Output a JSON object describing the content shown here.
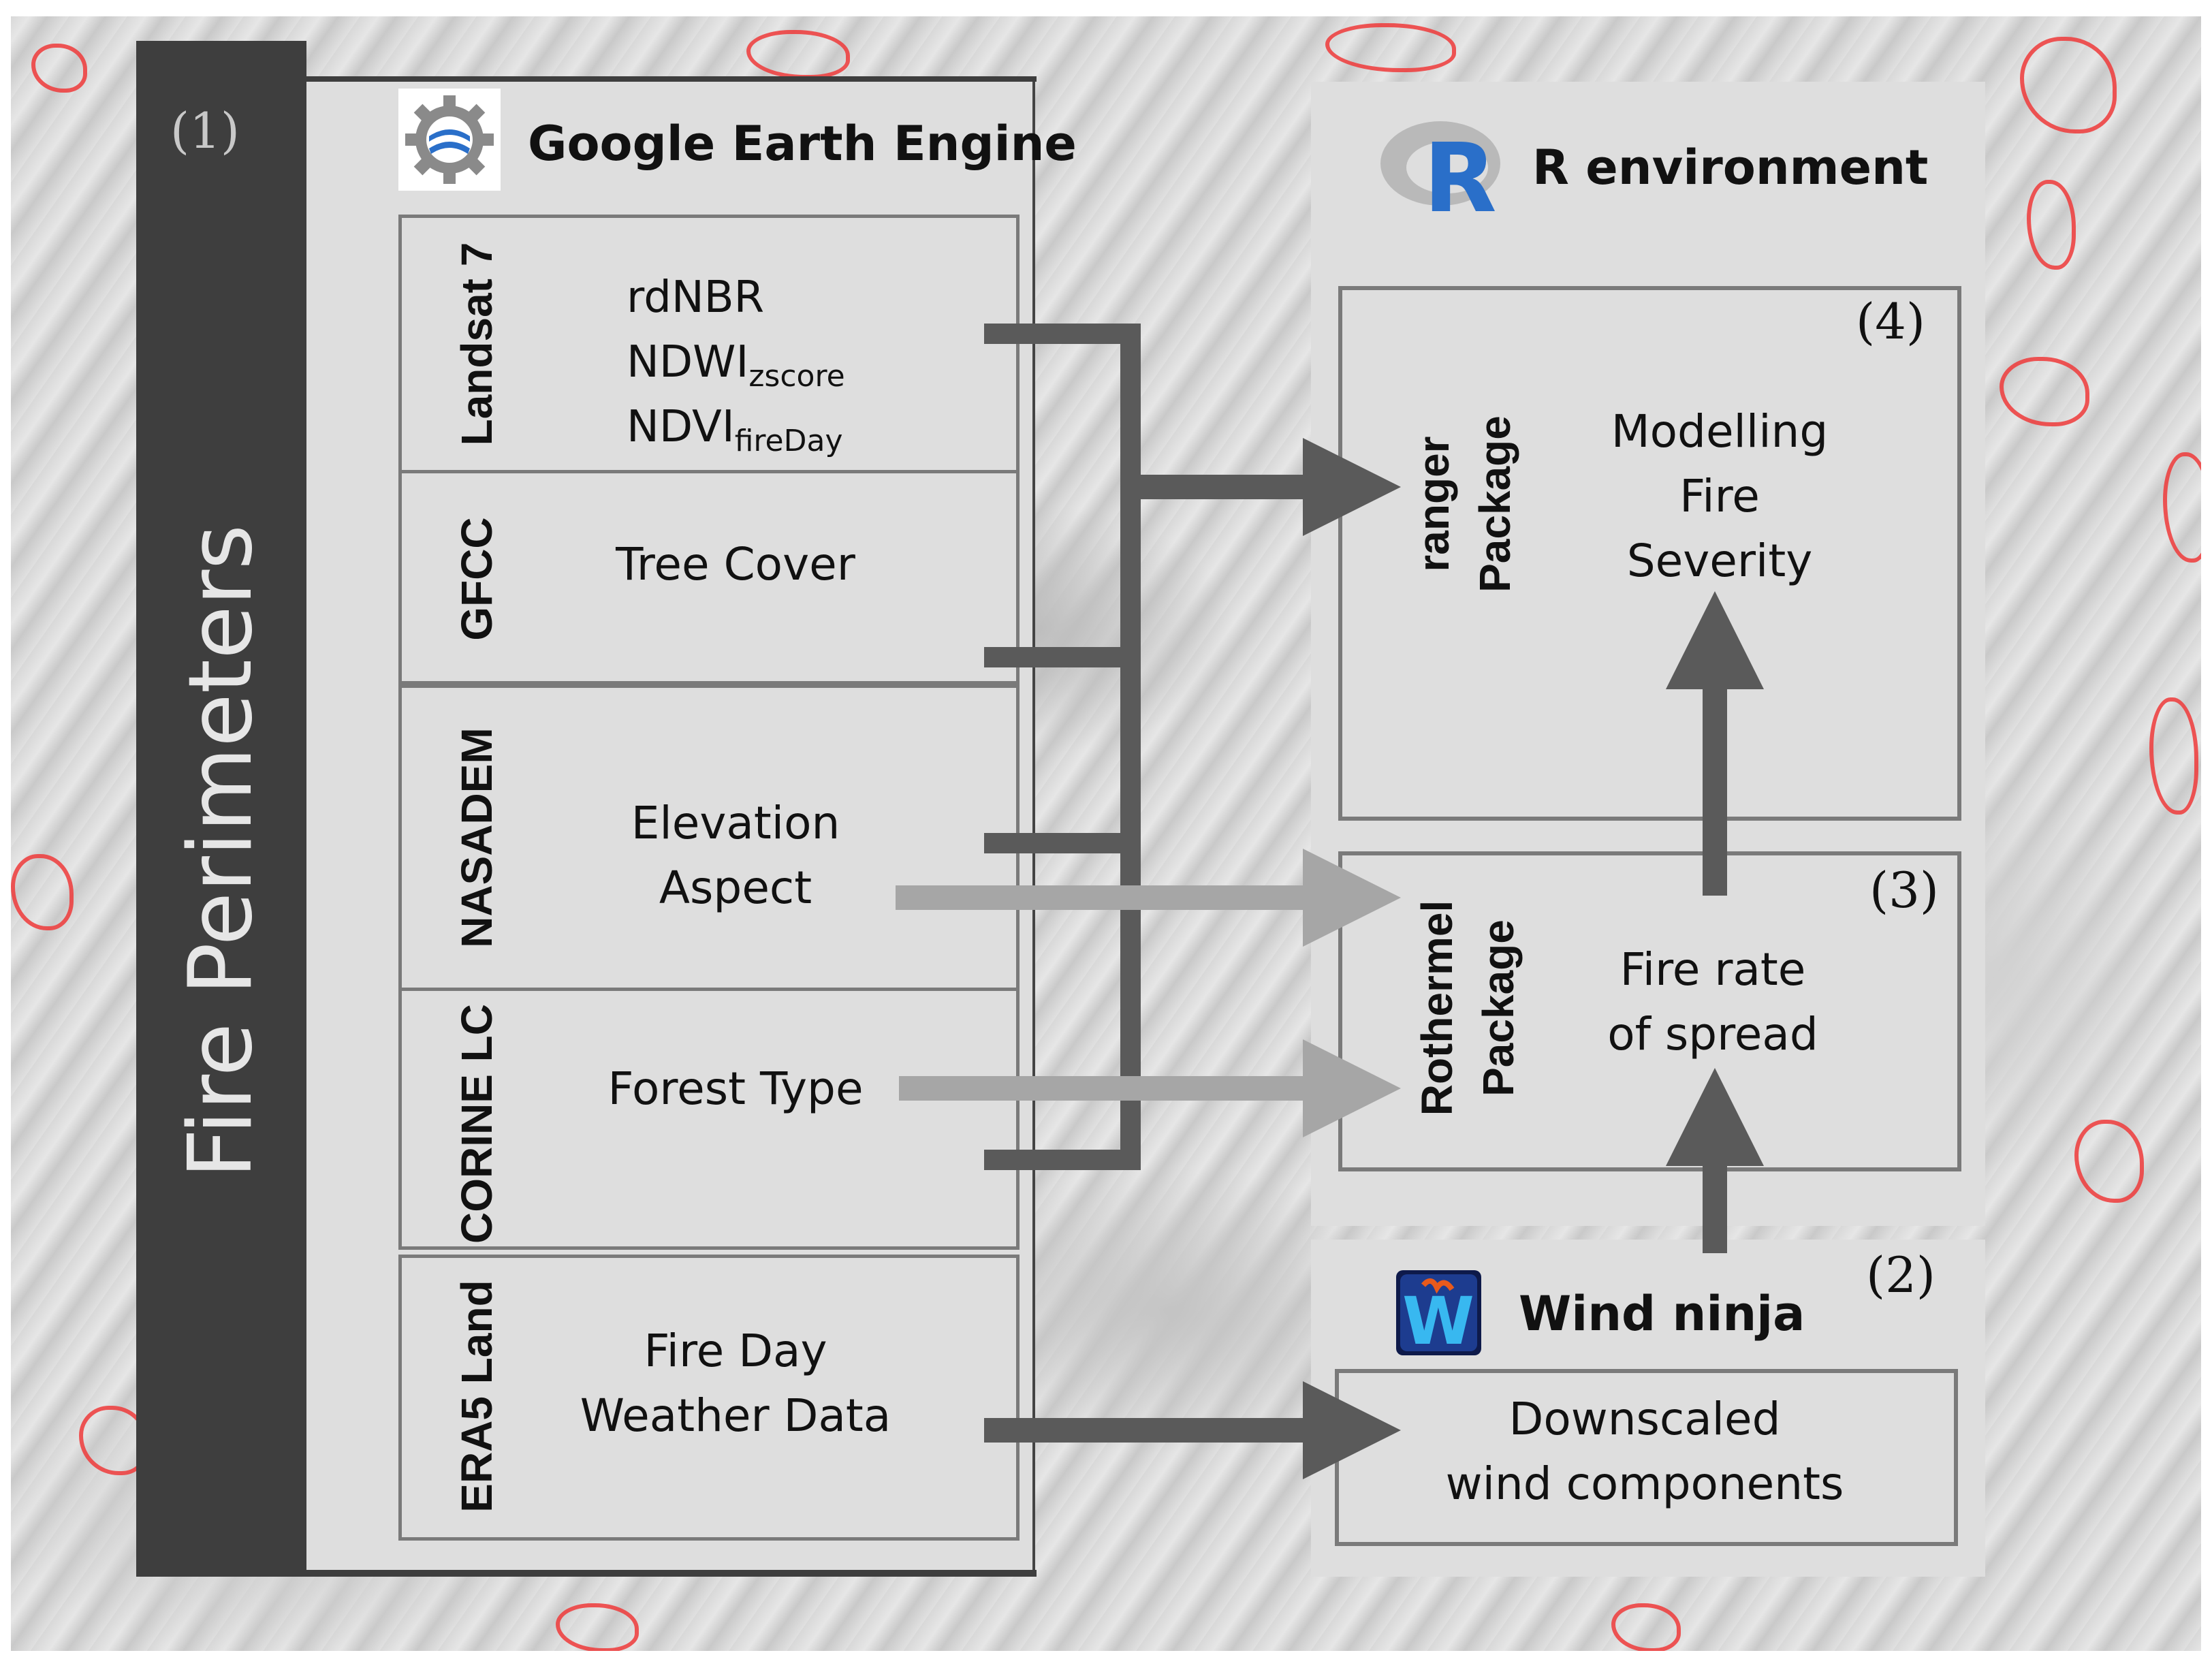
{
  "fire_perimeters": {
    "label": "Fire Perimeters",
    "step": "(1)"
  },
  "gee": {
    "title": "Google Earth Engine",
    "datasets": [
      {
        "source": "Landsat 7",
        "vars": [
          "rdNBR"
        ],
        "var2_main": "NDWI",
        "var2_sub": "zscore",
        "var3_main": "NDVI",
        "var3_sub": "fireDay"
      },
      {
        "source": "GFCC",
        "vars": [
          "Tree Cover"
        ]
      },
      {
        "source": "NASADEM",
        "vars": [
          "Elevation",
          "Aspect"
        ]
      },
      {
        "source": "CORINE LC",
        "vars": [
          "Forest Type"
        ]
      },
      {
        "source": "ERA5 Land",
        "vars": [
          "Fire Day",
          "Weather Data"
        ]
      }
    ]
  },
  "r_env": {
    "title": "R environment",
    "icon_letter": "R",
    "ranger": {
      "step": "(4)",
      "pkg1": "ranger",
      "pkg2": "Package",
      "line1": "Modelling",
      "line2": "Fire",
      "line3": "Severity"
    },
    "rothermel": {
      "step": "(3)",
      "pkg1": "Rothermel",
      "pkg2": "Package",
      "line1": "Fire rate",
      "line2": "of spread"
    }
  },
  "wind": {
    "title": "Wind ninja",
    "step": "(2)",
    "icon_letter": "W",
    "line1": "Downscaled",
    "line2": "wind components"
  },
  "colors": {
    "dark": "#3e3e3e",
    "arrow_dark": "#5a5a5a",
    "arrow_light": "#a6a6a6",
    "panel": "#dedede",
    "box_border": "#7a7a7a",
    "perimeter": "#ee3a3a",
    "r_blue": "#2a6fc9"
  }
}
